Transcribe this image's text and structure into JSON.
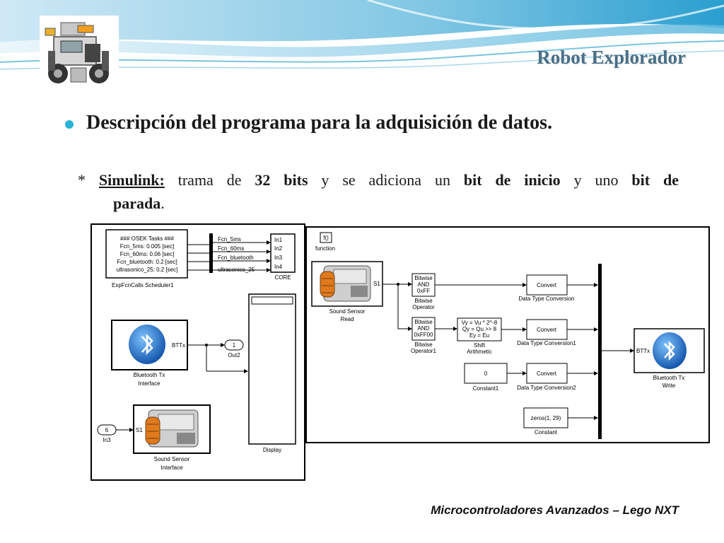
{
  "header": {
    "title": "Robot Explorador"
  },
  "bullet": {
    "text": "Descripción del programa para la adquisición de datos."
  },
  "paragraph": {
    "prefix": "* ",
    "label": "Simulink:",
    "p1": " trama de ",
    "b1": "32 bits",
    "p2": " y se adiciona un ",
    "b2": "bit de inicio",
    "p3": " y uno ",
    "b3": "bit de",
    "b4": "parada",
    "p4": "."
  },
  "left_diagram": {
    "tasks": [
      "###   OSEK Tasks   ###",
      "Fcn_5ms: 0.005 [sec]",
      "Fcn_60ms: 0.06 [sec]",
      "Fcn_bluetooth: 0.2 [sec]",
      "ultrasonico_25: 0.2 [sec]"
    ],
    "scheduler_label": "ExpFcnCalls Scheduler1",
    "bus_signals": [
      "Fcn_5ms",
      "Fcn_60ms",
      "Fcn_bluetooth",
      "ultrasonico_25"
    ],
    "core_inputs": [
      "In1",
      "In2",
      "In3",
      "In4"
    ],
    "core_label": "CORE",
    "bt_port": "BTTx",
    "bt_label_1": "Bluetooth Tx",
    "bt_label_2": "Interface",
    "out_value": "1",
    "out_label": "Out2",
    "in_value": "6",
    "in_label": "In3",
    "sensor_port": "S1",
    "sensor_label_1": "Sound Sensor",
    "sensor_label_2": "Interface",
    "display_label": "Display"
  },
  "right_diagram": {
    "function_icon": "f()",
    "function_label": "function",
    "sensor_port": "S1",
    "sensor_label_1": "Sound Sensor",
    "sensor_label_2": "Read",
    "bitwise1": [
      "Bitwise",
      "AND",
      "0xFF"
    ],
    "bitwise1_label_1": "Bitwise",
    "bitwise1_label_2": "Operator",
    "bitwise2": [
      "Bitwise",
      "AND",
      "0xFF00"
    ],
    "bitwise2_label_1": "Bitwise",
    "bitwise2_label_2": "Operator1",
    "shift": [
      "Vy = Vu * 2^-8",
      "Qy = Qu >> 8",
      "Ey = Eu"
    ],
    "shift_label_1": "Shift",
    "shift_label_2": "Arithmetic",
    "constant1_value": "0",
    "constant1_label": "Constant1",
    "convert_text": "Convert",
    "conv_labels": [
      "Data Type Conversion",
      "Data Type Conversion1",
      "Data Type Conversion2"
    ],
    "zeros_value": "zeros(1, 29)",
    "constant_label": "Constant",
    "bt_port": "BTTx",
    "bt_label_1": "Bluetooth Tx",
    "bt_label_2": "Write"
  },
  "footer": {
    "text": "Microcontroladores Avanzados – Lego NXT"
  },
  "colors": {
    "accent": "#27b4d8",
    "title": "#4a6f86",
    "bluetooth": "#1d6fcf"
  }
}
